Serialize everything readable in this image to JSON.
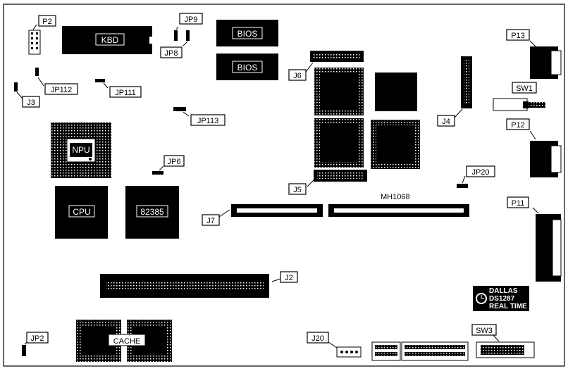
{
  "board": {
    "model": "MH1068",
    "chips": {
      "kbd": "KBD",
      "bios1": "BIOS",
      "bios2": "BIOS",
      "npu": "NPU",
      "cpu": "CPU",
      "c82385": "82385",
      "cache": "CACHE"
    },
    "dallas": {
      "line1": "DALLAS",
      "line2": "DS1287",
      "line3": "REAL TIME"
    },
    "labels": {
      "p2": "P2",
      "jp9": "JP9",
      "jp8": "JP8",
      "jp112": "JP112",
      "jp111": "JP111",
      "j3": "J3",
      "jp113": "JP113",
      "jp6": "JP6",
      "j6": "J6",
      "j4": "J4",
      "j5": "J5",
      "j7": "J7",
      "jp20": "JP20",
      "p13": "P13",
      "sw1": "SW1",
      "p12": "P12",
      "p11": "P11",
      "j2": "J2",
      "jp2": "JP2",
      "j20": "J20",
      "sw3": "SW3"
    }
  }
}
